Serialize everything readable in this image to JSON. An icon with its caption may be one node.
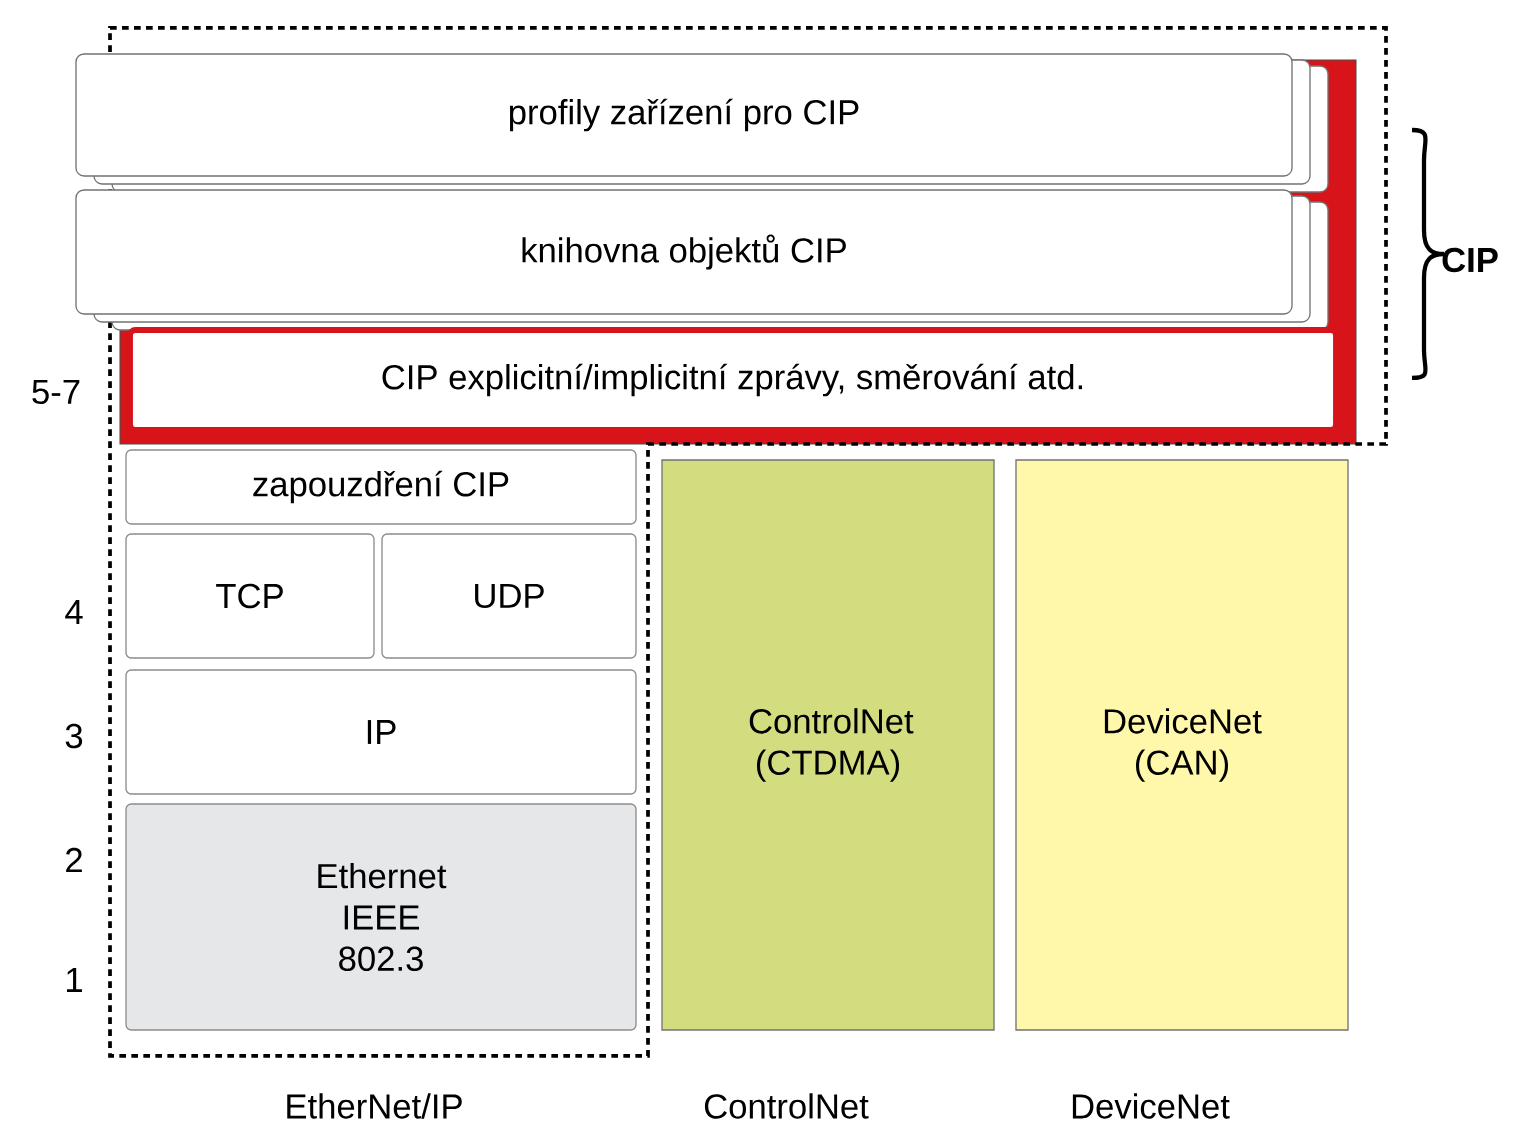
{
  "diagram": {
    "nodes": [
      {
        "text": [
          "profily zařízení pro CIP"
        ]
      },
      {
        "text": [
          "knihovna objektů CIP"
        ]
      },
      {
        "text": [
          "CIP explicitní/implicitní zprávy, směrování atd."
        ]
      },
      {
        "text": [
          "zapouzdření CIP"
        ]
      },
      {
        "text": [
          "TCP"
        ]
      },
      {
        "text": [
          "UDP"
        ]
      },
      {
        "text": [
          "IP"
        ]
      },
      {
        "text": [
          "Ethernet IEEE 802.3"
        ]
      },
      {
        "text": [
          "ControlNet (CTDMA)"
        ]
      },
      {
        "text": [
          "DeviceNet (CAN)"
        ]
      }
    ],
    "labels": [
      "CIP",
      "5-7",
      "4",
      "3",
      "2",
      "1",
      "EtherNet/IP",
      "ControlNet",
      "DeviceNet"
    ]
  }
}
